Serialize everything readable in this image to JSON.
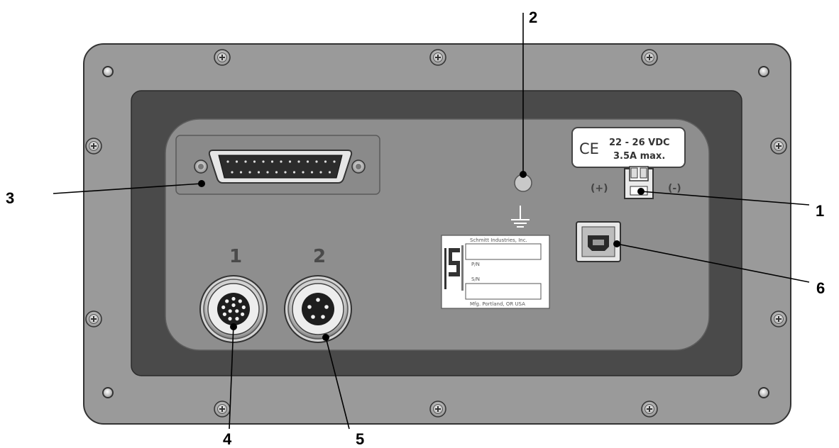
{
  "callouts": [
    "1",
    "2",
    "3",
    "4",
    "5",
    "6"
  ],
  "connector_numbers": [
    "1",
    "2"
  ],
  "power_label": {
    "ce_mark": "CE",
    "voltage": "22 - 26 VDC",
    "current": "3.5A max.",
    "plus": "(+)",
    "minus": "(-)"
  },
  "nameplate": {
    "company": "Schmitt Industries, Inc.",
    "pn": "P/N",
    "sn": "S/N",
    "origin": "Mfg. Portland, OR USA"
  },
  "colors": {
    "panel_outer": "#9a9a9a",
    "panel_inner_frame": "#474747",
    "panel_face": "#8f8f8f",
    "callout_text": "#000000"
  }
}
